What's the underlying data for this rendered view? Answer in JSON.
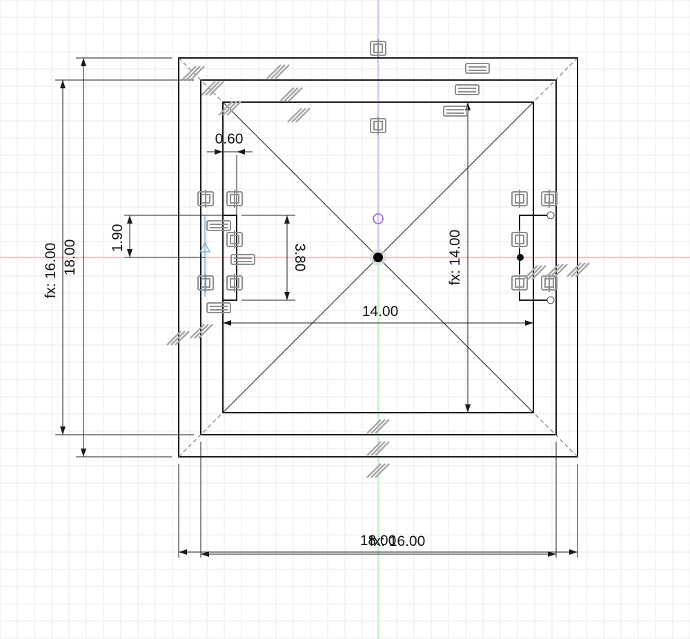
{
  "colors": {
    "background": "#ffffff",
    "grid_minor": "#e9e9ee",
    "grid_major": "#d6d6dc",
    "geometry": "#1a1a1a",
    "x_axis": "#f08a8a",
    "y_axis": "#8fe08f",
    "construction_line": "#b5a0ee",
    "midpoint_marker": "#a07ae0",
    "constraint_icon": "#8e8e8e"
  },
  "dimensions": {
    "width_outer_bottom": "18.00",
    "width_inner_bottom": "fx: 16.00",
    "width_inner_middle": "14.00",
    "height_outer_left": "18.00",
    "height_inner_left": "fx: 16.00",
    "height_inner_right": "fx: 14.00",
    "slot_width": "0.60",
    "slot_half_height": "1.90",
    "slot_height": "3.80"
  },
  "icons": {
    "constraint": "horizontal-vertical-constraint-icon",
    "parallel": "parallel-constraint-icon",
    "equal": "equal-constraint-icon",
    "origin": "sketch-origin-point",
    "midpoint": "midpoint-marker"
  }
}
